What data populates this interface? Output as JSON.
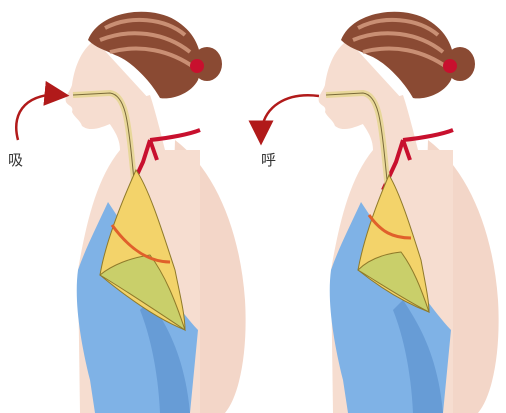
{
  "labels": {
    "inhale": "吸",
    "exhale": "呼"
  },
  "colors": {
    "skin": "#f6ddd0",
    "skin_shadow": "#e9c2b0",
    "hair": "#8a4a33",
    "hair_stripe": "#c98f74",
    "tie": "#c8102e",
    "top": "#7fb2e6",
    "top_shadow": "#4f86c6",
    "airway": "#e8d79a",
    "lung_yellow": "#f3d36a",
    "lung_green": "#c9cf6a",
    "diaphragm": "#e0602b",
    "arrow": "#b11a1a"
  },
  "panels": [
    {
      "id": "inhale",
      "arrow_direction": "into-nose",
      "lung_state": "expanded"
    },
    {
      "id": "exhale",
      "arrow_direction": "out-of-nose",
      "lung_state": "contracted"
    }
  ]
}
